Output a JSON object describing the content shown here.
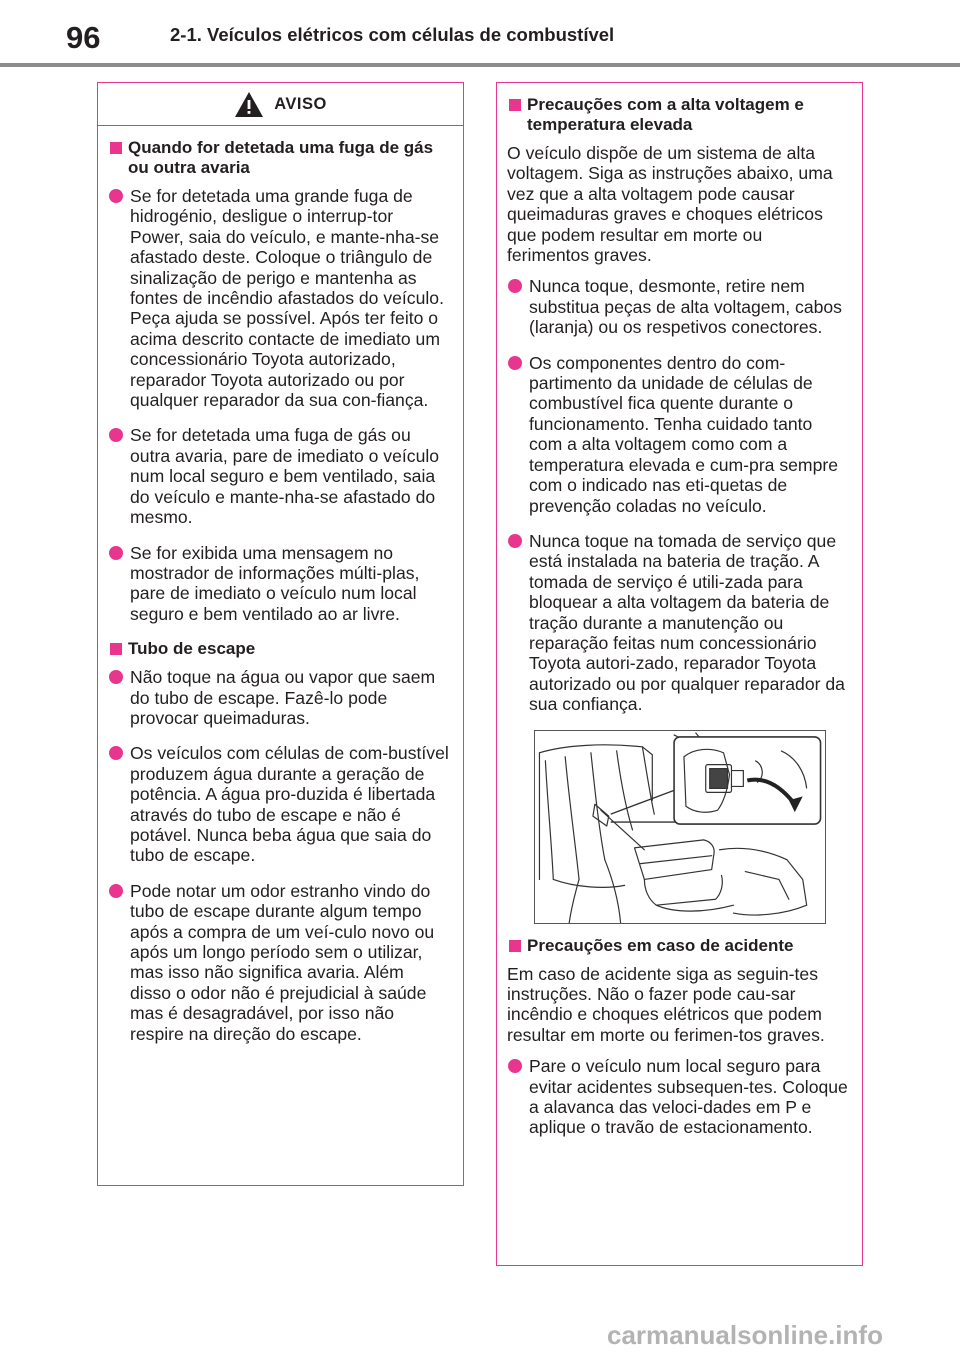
{
  "header": {
    "page_number": "96",
    "section_title": "2-1. Veículos elétricos com células de combustível"
  },
  "left": {
    "aviso_label": "AVISO",
    "heading1": "Quando for detetada uma fuga de gás ou outra avaria",
    "b1": "Se for detetada uma grande fuga de hidrogénio, desligue o interrup-tor Power, saia do veículo, e mante-nha-se afastado deste. Coloque o triângulo de sinalização de perigo e mantenha as fontes de incêndio afastados do veículo. Peça ajuda se possível. Após ter feito o acima descrito contacte de imediato um concessionário Toyota autorizado, reparador Toyota autorizado ou por qualquer reparador da sua con-fiança.",
    "b2": "Se for detetada uma fuga de gás ou outra avaria, pare de imediato o veículo num local seguro e bem ventilado, saia do veículo e mante-nha-se afastado do mesmo.",
    "b3": "Se for exibida uma mensagem no mostrador de informações múlti-plas, pare de imediato o veículo num local seguro e bem ventilado ao ar livre.",
    "heading2": "Tubo de escape",
    "b4": "Não toque na água ou vapor que saem do tubo de escape. Fazê-lo pode provocar queimaduras.",
    "b5": "Os veículos com células de com-bustível produzem água durante a geração de potência. A água pro-duzida é libertada através do tubo de escape e não é potável. Nunca beba água que saia do tubo de escape.",
    "b6": "Pode notar um odor estranho vindo do tubo de escape durante algum tempo após a compra de um veí-culo novo ou após um longo período sem o utilizar, mas isso não significa avaria. Além disso o odor não é prejudicial à saúde mas é desagradável, por isso não respire na direção do escape."
  },
  "right": {
    "heading1": "Precauções com a alta voltagem e temperatura elevada",
    "p1": "O veículo dispõe de um sistema de alta voltagem. Siga as instruções abaixo, uma vez que a alta voltagem pode causar queimaduras graves e choques elétricos que podem resultar em morte ou ferimentos graves.",
    "b1": "Nunca toque, desmonte, retire nem substitua peças de alta voltagem, cabos (laranja) ou os respetivos conectores.",
    "b2": "Os componentes dentro do com-partimento da unidade de células de combustível fica quente durante o funcionamento. Tenha cuidado tanto com a alta voltagem como com a temperatura elevada e cum-pra sempre com o indicado nas eti-quetas de prevenção coladas no veículo.",
    "b3": "Nunca toque na tomada de serviço que está instalada na bateria de tração. A tomada de serviço é utili-zada para bloquear a alta voltagem da bateria de tração durante a manutenção ou reparação feitas num concessionário Toyota autori-zado, reparador Toyota autorizado ou por qualquer reparador da sua confiança.",
    "heading2": "Precauções em caso de acidente",
    "p2": "Em caso de acidente siga as seguin-tes instruções. Não o fazer pode cau-sar incêndio e choques elétricos que podem resultar em morte ou ferimen-tos graves.",
    "b4": "Pare o veículo num local seguro para evitar acidentes subsequen-tes. Coloque a alavanca das veloci-dades em P e aplique o travão de estacionamento."
  },
  "watermark": "carmanualsonline.info",
  "colors": {
    "accent": "#e8358d",
    "rule": "#8c8c8c",
    "text": "#231f20"
  }
}
